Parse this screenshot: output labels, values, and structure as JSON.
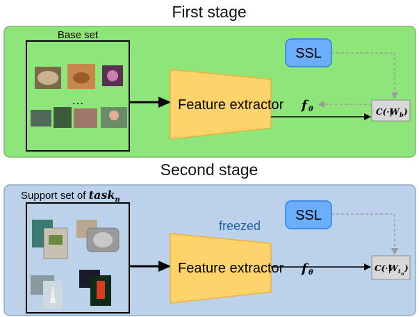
{
  "stage1": {
    "title": "First stage",
    "set_label": "Base set",
    "ellipsis": "…",
    "ssl": "SSL",
    "extractor_label": "Feature extractor",
    "f_symbol": "f",
    "f_sub": "θ",
    "classifier_prefix": "C(·|",
    "classifier_w": "W",
    "classifier_sub": "b",
    "classifier_suffix": ")",
    "panel_color": "#8ee67a"
  },
  "stage2": {
    "title": "Second stage",
    "set_label_prefix": "Support set of ",
    "task_word": "task",
    "task_sub": "n",
    "ssl": "SSL",
    "freeze_label": "freezed",
    "extractor_label": "Feature extractor",
    "f_symbol": "f",
    "f_sub": "θ",
    "classifier_prefix": "C(·|",
    "classifier_w": "W",
    "classifier_sub": "t",
    "classifier_subsub": "n",
    "classifier_suffix": ")",
    "panel_color": "#bcd2ea"
  },
  "colors": {
    "extractor_fill": "#ffd36b",
    "extractor_stroke": "#e8b23c",
    "ssl_fill": "#6aaefc",
    "ssl_stroke": "#2f7fe0",
    "classifier_fill": "#d8d8d8",
    "dashed_arrow": "#9a9a9a"
  }
}
